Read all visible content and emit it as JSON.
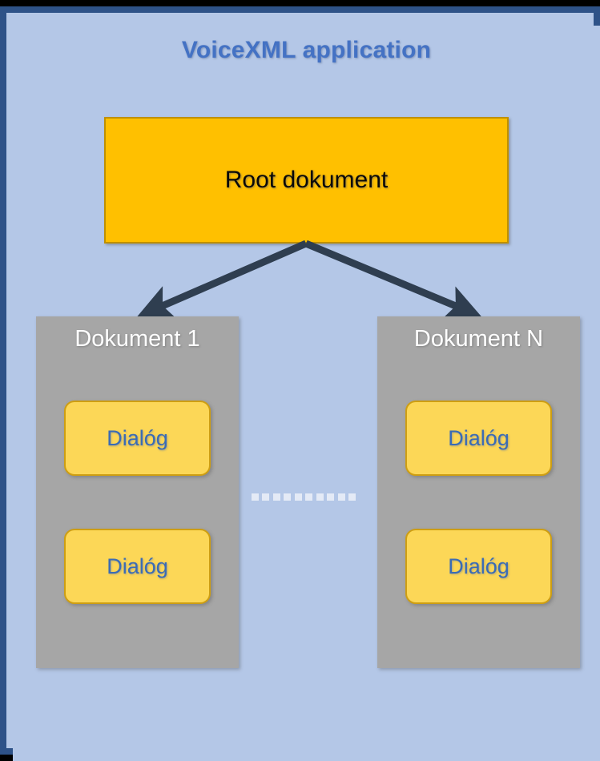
{
  "title": "VoiceXML application",
  "root_document": {
    "label": "Root dokument"
  },
  "columns": [
    {
      "title": "Dokument 1",
      "dialogs": [
        {
          "label": "Dialóg"
        },
        {
          "label": "Dialóg"
        }
      ]
    },
    {
      "title": "Dokument N",
      "dialogs": [
        {
          "label": "Dialóg"
        },
        {
          "label": "Dialóg"
        }
      ]
    }
  ],
  "connector": {
    "style": "dotted",
    "dot_count": 10
  },
  "arrows": [
    {
      "from": "root-document",
      "to": "document-column-1"
    },
    {
      "from": "root-document",
      "to": "document-column-n"
    }
  ],
  "colors": {
    "canvas_background": "#B4C7E7",
    "frame_border": "#2E5288",
    "title_text": "#4472C4",
    "root_fill": "#FFC000",
    "root_border": "#BF9000",
    "column_fill": "#A6A6A6",
    "column_title_text": "#FFFFFF",
    "dialog_fill": "#FCD757",
    "dialog_border": "#CE9E12",
    "dialog_text": "#3A6BB5",
    "arrow": "#2F3E50",
    "connector_dot": "#E4EAF6"
  }
}
